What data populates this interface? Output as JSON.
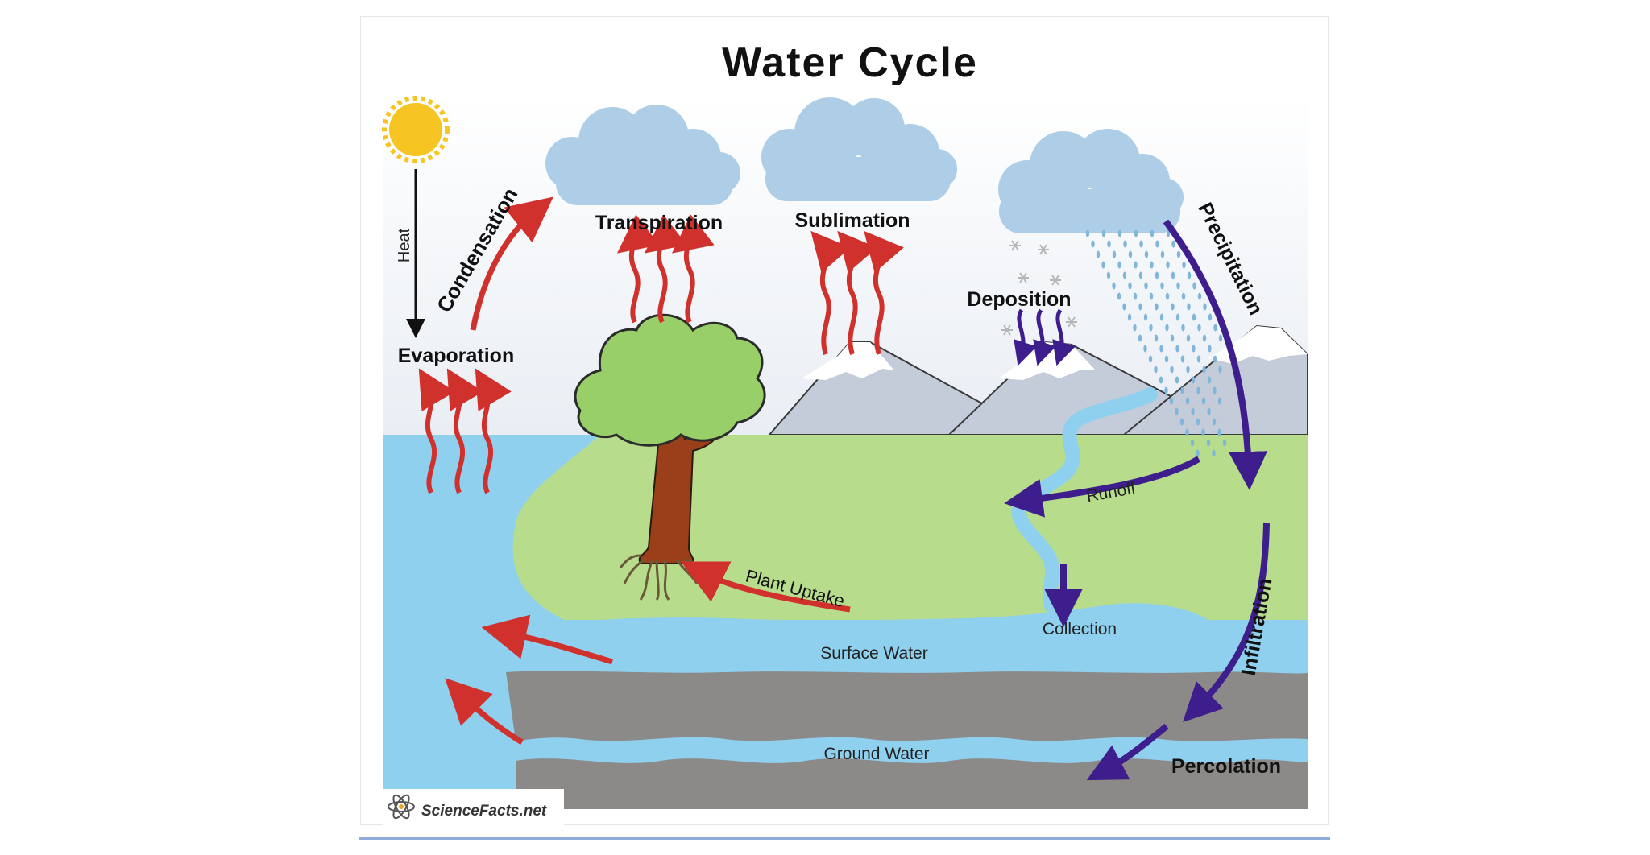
{
  "diagram": {
    "title": "Water Cycle",
    "labels": {
      "heat": "Heat",
      "evaporation": "Evaporation",
      "condensation": "Condensation",
      "transpiration": "Transpiration",
      "sublimation": "Sublimation",
      "deposition": "Deposition",
      "precipitation": "Precipitation",
      "runoff": "Runoff",
      "plant_uptake": "Plant Uptake",
      "collection": "Collection",
      "surface_water": "Surface Water",
      "ground_water": "Ground Water",
      "infiltration": "Infiltration",
      "percolation": "Percolation"
    },
    "logo": {
      "text": "ScienceFacts.net"
    },
    "colors": {
      "red_arrow": "#d0312d",
      "purple_arrow": "#3d1e8c",
      "sky": "#ffffff",
      "cloud": "#aecde6",
      "water": "#8fd0ef",
      "land": "#b7dc8c",
      "rock": "#8b8a88",
      "mountain": "#c4cbd9",
      "sun": "#f7c523"
    }
  }
}
